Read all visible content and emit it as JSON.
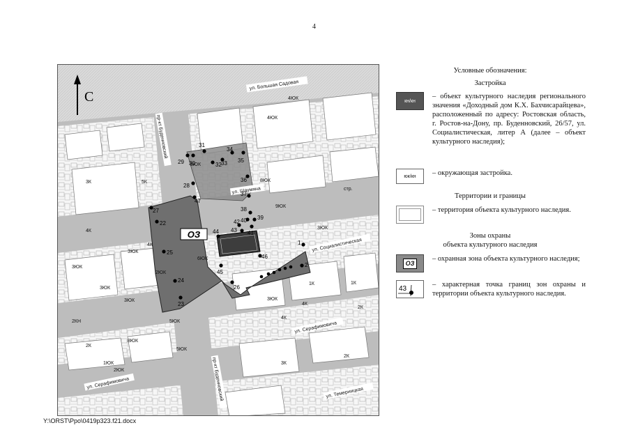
{
  "page_number": "4",
  "footer": "Y:\\ORST\\Ppo\\0419p323.f21.docx",
  "map": {
    "north_label": "С",
    "zone_label": "ОЗ",
    "streets": [
      {
        "id": "sadovaya",
        "label": "ул. Большая Садовая"
      },
      {
        "id": "budennovsky_top",
        "label": "пр-кт Буденновский"
      },
      {
        "id": "budennovsky_bottom",
        "label": "пр-кт Буденновский"
      },
      {
        "id": "shaumyana",
        "label": "ул. Шаумяна"
      },
      {
        "id": "socialist",
        "label": "ул. Социалистическая"
      },
      {
        "id": "serafim_right",
        "label": "ул. Серафимовича"
      },
      {
        "id": "serafim_left",
        "label": "ул. Серафимовича"
      },
      {
        "id": "temernitskaya",
        "label": "ул. Темерницкая"
      }
    ],
    "building_labels": [
      "4ЮК",
      "5ЮК",
      "3ЮК",
      "4К",
      "3К",
      "5К",
      "2К",
      "1К",
      "2КН",
      "ЗЮК",
      "8ЮК",
      "9ЮК",
      "стр.",
      "4ЮК",
      "3ЮК",
      "2ЮК",
      "1ЮК",
      "3К",
      "2К",
      "4К",
      "5ЮК",
      "3ЮК",
      "2ЮК",
      "4К",
      "5ЮК",
      "2К",
      "3ЮК",
      "8ЮК",
      "1К",
      "4К",
      "3ЮК",
      "6ЮК"
    ],
    "points": [
      {
        "n": "29"
      },
      {
        "n": "30"
      },
      {
        "n": "31"
      },
      {
        "n": "32"
      },
      {
        "n": "33"
      },
      {
        "n": "34"
      },
      {
        "n": "35"
      },
      {
        "n": "36"
      },
      {
        "n": "37"
      },
      {
        "n": "38"
      },
      {
        "n": "39"
      },
      {
        "n": "40"
      },
      {
        "n": "41"
      },
      {
        "n": "42"
      },
      {
        "n": "43"
      },
      {
        "n": "44"
      },
      {
        "n": "45"
      },
      {
        "n": "46"
      },
      {
        "n": "47"
      },
      {
        "n": "22"
      },
      {
        "n": "23"
      },
      {
        "n": "24"
      },
      {
        "n": "25"
      },
      {
        "n": "26"
      },
      {
        "n": "27"
      },
      {
        "n": "28"
      },
      {
        "n": "1"
      },
      {
        "n": "2"
      }
    ]
  },
  "legend": {
    "title": "Условные обозначения:",
    "section_building": "Застройка",
    "kn_symbol": "кн/кн",
    "kn_text": "– объект культурного наследия регионального значения «Доходный дом К.Х. Бахчисарайцева», расположенный по адресу: Ростовская область, г. Ростов-на-Дону, пр. Буденновский, 26/57, ул. Социалистическая, литер А (далее – объект культурного наследия);",
    "surr_symbol": "юк/кн",
    "surr_text": "– окружающая застройка.",
    "section_territory": "Территории и границы",
    "territory_text": "– территория объекта культурного наследия.",
    "section_zones_1": "Зоны охраны",
    "section_zones_2": "объекта культурного наследия",
    "oz_symbol": "ОЗ",
    "oz_text": "– охранная зона объекта культурного наследия;",
    "point_symbol": "43",
    "point_text": "– характерная точка границ зон охраны и территории объекта культурного наследия."
  }
}
